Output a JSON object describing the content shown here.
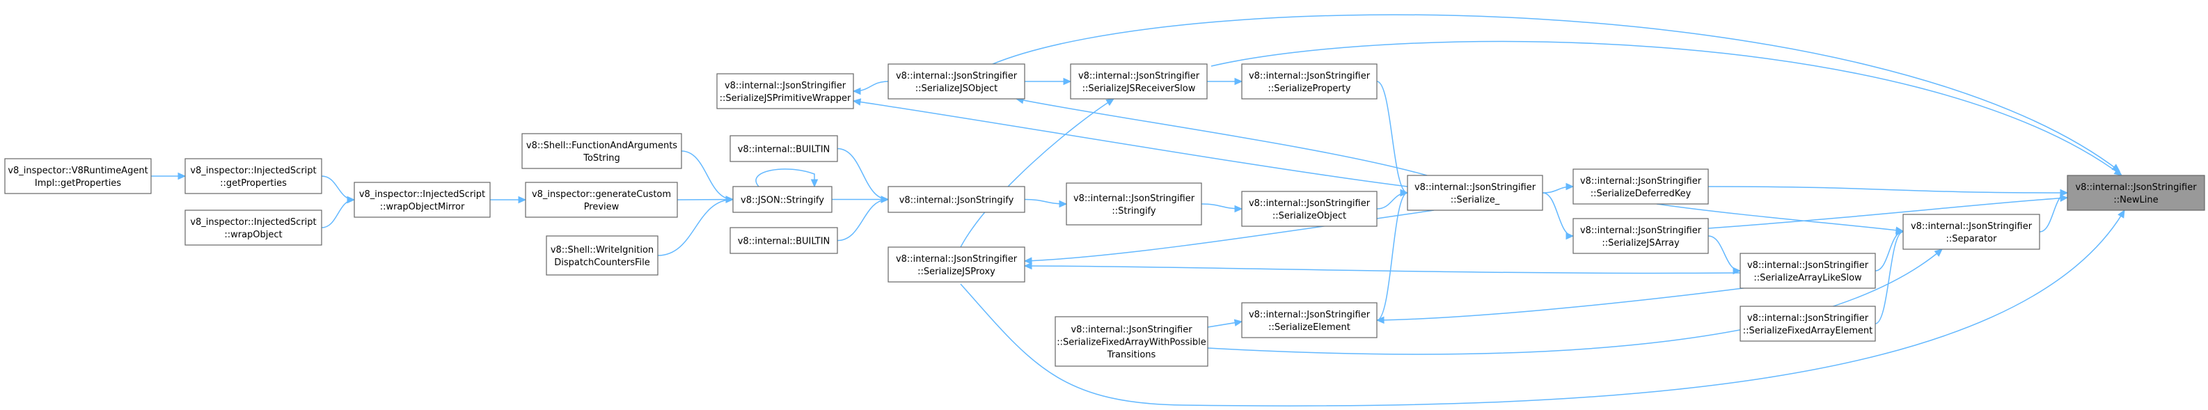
{
  "graph": {
    "title": "",
    "nodes": [
      {
        "id": "newline",
        "line1": "v8::internal::JsonStringifier",
        "line2": "::NewLine",
        "root": true
      },
      {
        "id": "separator",
        "line1": "v8::internal::JsonStringifier",
        "line2": "::Separator"
      },
      {
        "id": "serialize_deferred_key",
        "line1": "v8::internal::JsonStringifier",
        "line2": "::SerializeDeferredKey"
      },
      {
        "id": "serialize_js_array",
        "line1": "v8::internal::JsonStringifier",
        "line2": "::SerializeJSArray"
      },
      {
        "id": "serialize_array_like_slow",
        "line1": "v8::internal::JsonStringifier",
        "line2": "::SerializeArrayLikeSlow"
      },
      {
        "id": "serialize_fixed_array_element",
        "line1": "v8::internal::JsonStringifier",
        "line2": "::SerializeFixedArrayElement"
      },
      {
        "id": "serialize_",
        "line1": "v8::internal::JsonStringifier",
        "line2": "::Serialize_"
      },
      {
        "id": "serialize_property",
        "line1": "v8::internal::JsonStringifier",
        "line2": "::SerializeProperty"
      },
      {
        "id": "serialize_object",
        "line1": "v8::internal::JsonStringifier",
        "line2": "::SerializeObject"
      },
      {
        "id": "serialize_element",
        "line1": "v8::internal::JsonStringifier",
        "line2": "::SerializeElement"
      },
      {
        "id": "serialize_js_receiver_slow",
        "line1": "v8::internal::JsonStringifier",
        "line2": "::SerializeJSReceiverSlow"
      },
      {
        "id": "stringify_member",
        "line1": "v8::internal::JsonStringifier",
        "line2": "::Stringify"
      },
      {
        "id": "serialize_fixed_array_with_possible_transitions",
        "line1": "v8::internal::JsonStringifier",
        "line2": "::SerializeFixedArrayWithPossible",
        "line3": "Transitions"
      },
      {
        "id": "serialize_js_object",
        "line1": "v8::internal::JsonStringifier",
        "line2": "::SerializeJSObject"
      },
      {
        "id": "serialize_js_proxy",
        "line1": "v8::internal::JsonStringifier",
        "line2": "::SerializeJSProxy"
      },
      {
        "id": "json_stringify",
        "line1": "v8::internal::JsonStringify"
      },
      {
        "id": "serialize_js_primitive_wrapper",
        "line1": "v8::internal::JsonStringifier",
        "line2": "::SerializeJSPrimitiveWrapper"
      },
      {
        "id": "builtin_top",
        "line1": "v8::internal::BUILTIN"
      },
      {
        "id": "json_stringify_builtin",
        "line1": "v8::JSON::Stringify"
      },
      {
        "id": "builtin_bottom",
        "line1": "v8::internal::BUILTIN"
      },
      {
        "id": "shell_function_and_arguments",
        "line1": "v8::Shell::FunctionAndArguments",
        "line2": "ToString"
      },
      {
        "id": "generate_custom_preview",
        "line1": "v8_inspector::generateCustom",
        "line2": "Preview"
      },
      {
        "id": "shell_write_ignition",
        "line1": "v8::Shell::WriteIgnition",
        "line2": "DispatchCountersFile"
      },
      {
        "id": "wrap_object_mirror",
        "line1": "v8_inspector::InjectedScript",
        "line2": "::wrapObjectMirror"
      },
      {
        "id": "get_properties",
        "line1": "v8_inspector::InjectedScript",
        "line2": "::getProperties"
      },
      {
        "id": "wrap_object",
        "line1": "v8_inspector::InjectedScript",
        "line2": "::wrapObject"
      },
      {
        "id": "runtime_agent_get_properties",
        "line1": "v8_inspector::V8RuntimeAgent",
        "line2": "Impl::getProperties"
      }
    ],
    "edges": [
      {
        "from": "separator",
        "to": "newline"
      },
      {
        "from": "serialize_deferred_key",
        "to": "newline"
      },
      {
        "from": "serialize_js_array",
        "to": "newline"
      },
      {
        "from": "serialize_js_object",
        "to": "newline"
      },
      {
        "from": "serialize_js_receiver_slow",
        "to": "newline"
      },
      {
        "from": "serialize_js_proxy",
        "to": "newline"
      },
      {
        "from": "serialize_fixed_array_with_possible_transitions",
        "to": "separator"
      },
      {
        "from": "serialize_array_like_slow",
        "to": "separator"
      },
      {
        "from": "serialize_fixed_array_element",
        "to": "separator"
      },
      {
        "from": "serialize_js_array",
        "to": "serialize_array_like_slow"
      },
      {
        "from": "serialize_deferred_key",
        "to": "separator"
      },
      {
        "from": "serialize_",
        "to": "serialize_deferred_key"
      },
      {
        "from": "serialize_",
        "to": "serialize_js_array"
      },
      {
        "from": "serialize_property",
        "to": "serialize_"
      },
      {
        "from": "serialize_object",
        "to": "serialize_"
      },
      {
        "from": "serialize_element",
        "to": "serialize_"
      },
      {
        "from": "serialize_js_receiver_slow",
        "to": "serialize_property"
      },
      {
        "from": "serialize_js_object",
        "to": "serialize_js_receiver_slow"
      },
      {
        "from": "serialize_js_proxy",
        "to": "serialize_js_receiver_slow"
      },
      {
        "from": "serialize_",
        "to": "serialize_js_object"
      },
      {
        "from": "serialize_",
        "to": "serialize_js_proxy"
      },
      {
        "from": "serialize_",
        "to": "serialize_js_primitive_wrapper"
      },
      {
        "from": "serialize_array_like_slow",
        "to": "serialize_js_proxy"
      },
      {
        "from": "serialize_array_like_slow",
        "to": "serialize_element"
      },
      {
        "from": "serialize_fixed_array_with_possible_transitions",
        "to": "serialize_element"
      },
      {
        "from": "stringify_member",
        "to": "serialize_object"
      },
      {
        "from": "json_stringify",
        "to": "stringify_member"
      },
      {
        "from": "serialize_js_object",
        "to": "serialize_js_primitive_wrapper"
      },
      {
        "from": "json_stringify_builtin",
        "to": "json_stringify"
      },
      {
        "from": "builtin_top",
        "to": "json_stringify"
      },
      {
        "from": "builtin_bottom",
        "to": "json_stringify"
      },
      {
        "from": "json_stringify_builtin",
        "to": "json_stringify_builtin"
      },
      {
        "from": "shell_function_and_arguments",
        "to": "json_stringify_builtin"
      },
      {
        "from": "generate_custom_preview",
        "to": "json_stringify_builtin"
      },
      {
        "from": "shell_write_ignition",
        "to": "json_stringify_builtin"
      },
      {
        "from": "wrap_object_mirror",
        "to": "generate_custom_preview"
      },
      {
        "from": "get_properties",
        "to": "wrap_object_mirror"
      },
      {
        "from": "wrap_object",
        "to": "wrap_object_mirror"
      },
      {
        "from": "runtime_agent_get_properties",
        "to": "get_properties"
      }
    ]
  },
  "colors": {
    "edge": "#63b8ff",
    "node_border": "#666666",
    "node_fill": "#ffffff",
    "root_fill": "#999999",
    "text": "#000000"
  }
}
